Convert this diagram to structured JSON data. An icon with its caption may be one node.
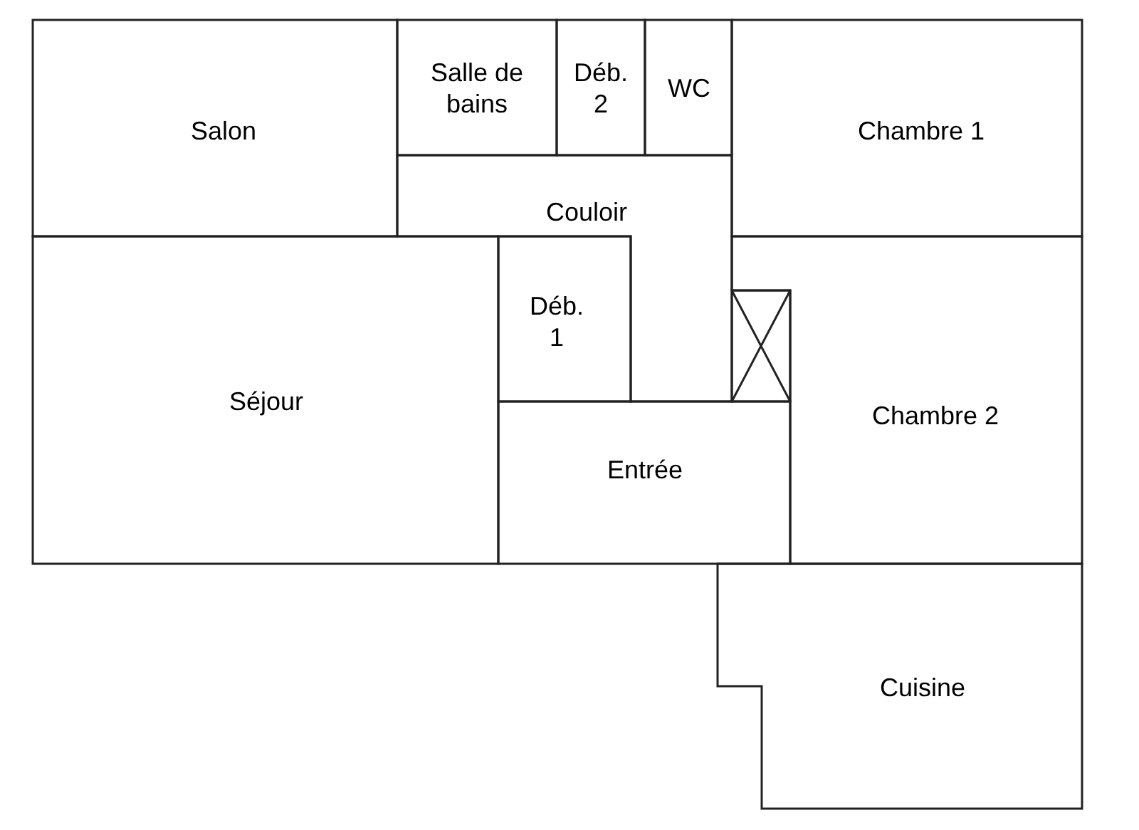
{
  "diagram": {
    "nodes": [
      {
        "text": [
          "Salon"
        ]
      },
      {
        "text": [
          "Salle de bains"
        ]
      },
      {
        "text": [
          "Déb. 2"
        ]
      },
      {
        "text": [
          "WC"
        ]
      },
      {
        "text": [
          "Chambre 1"
        ]
      },
      {
        "text": [
          "Couloir"
        ]
      },
      {
        "text": [
          "Déb. 1"
        ]
      },
      {
        "text": [
          "Séjour"
        ]
      },
      {
        "text": [
          "Chambre 2"
        ]
      },
      {
        "text": [
          "Entrée"
        ]
      },
      {
        "text": [
          "Cuisine"
        ]
      }
    ]
  }
}
